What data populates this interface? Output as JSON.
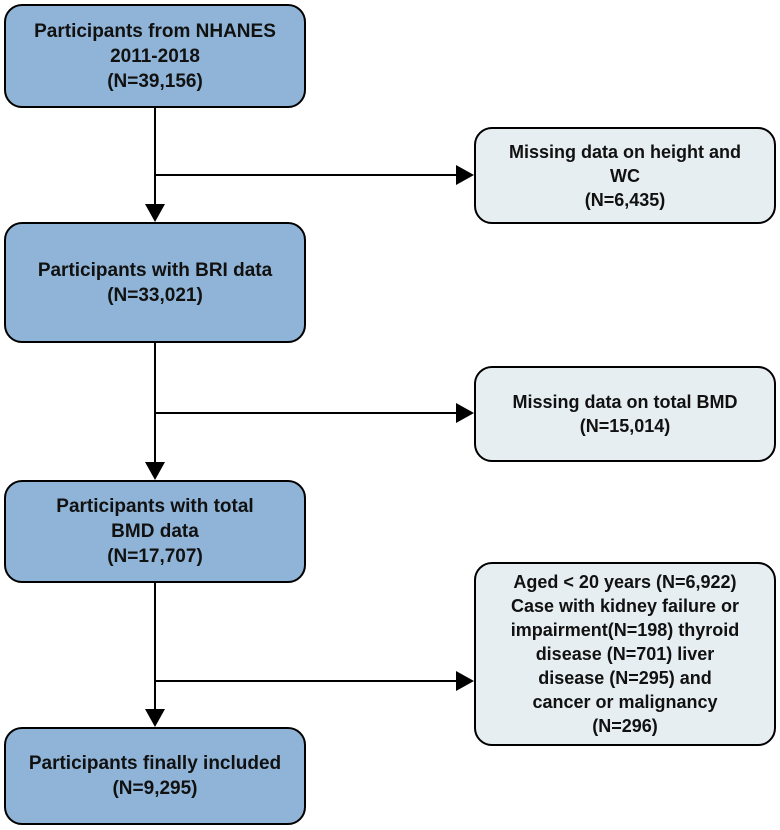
{
  "main_boxes": [
    {
      "lines": [
        "Participants from NHANES",
        "2011-2018",
        "(N=39,156)"
      ]
    },
    {
      "lines": [
        "Participants with BRI data",
        "(N=33,021)"
      ]
    },
    {
      "lines": [
        "Participants with total",
        "BMD data",
        "(N=17,707)"
      ]
    },
    {
      "lines": [
        "Participants finally included",
        "(N=9,295)"
      ]
    }
  ],
  "exclusion_boxes": [
    {
      "lines": [
        "Missing data on height and",
        "WC",
        "(N=6,435)"
      ]
    },
    {
      "lines": [
        "Missing data on total BMD",
        "(N=15,014)"
      ]
    },
    {
      "lines": [
        "Aged < 20 years (N=6,922)",
        "Case with kidney failure or",
        "impairment(N=198) thyroid",
        "disease (N=701) liver",
        "disease (N=295) and",
        "cancer or malignancy",
        "(N=296)"
      ]
    }
  ]
}
